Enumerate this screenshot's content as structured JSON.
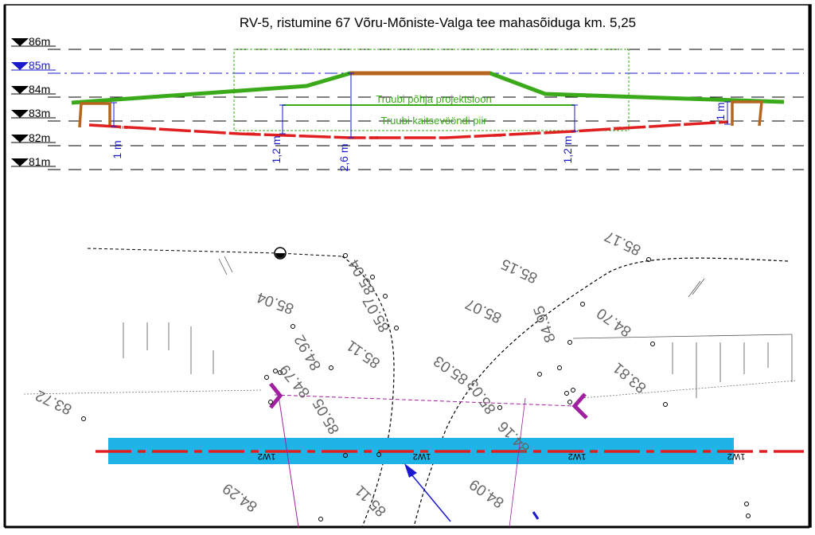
{
  "profile": {
    "title": "RV-5, ristumine 67 Võru-Mõniste-Valga tee mahasõiduga km. 5,25",
    "levels": [
      "86m",
      "85m",
      "84m",
      "83m",
      "82m",
      "81m"
    ],
    "annotations": {
      "trench_bottom": "Truubi põhja projektsioon",
      "protection_zone": "Truubi kaitsevööndi piir"
    },
    "dimensions": [
      "1 m",
      "1,2 m",
      "2,6 m",
      "1,2 m",
      "1 m"
    ],
    "pipe_label": "1W2",
    "colors": {
      "road": "#3aaa1a",
      "road_top": "#b5651d",
      "pipe": "#e02020",
      "dimension": "#1a1acc",
      "zone": "#3aaa1a",
      "water_level": "#1a1acc"
    }
  },
  "plan": {
    "pipe_label": "1W2",
    "spot_heights": [
      "85.17",
      "85.15",
      "85.04",
      "85.07",
      "85.04",
      "84.70",
      "84.95",
      "85.07",
      "84.92",
      "85.11",
      "85.03",
      "83.72",
      "83.81",
      "84.79",
      "85.03",
      "84.16",
      "84.29",
      "85.11",
      "84.09",
      "85.05"
    ],
    "colors": {
      "corridor": "#1fb4e8",
      "pipe": "#e02020",
      "crossing": "#a020a0",
      "arrow": "#1a1acc"
    }
  }
}
